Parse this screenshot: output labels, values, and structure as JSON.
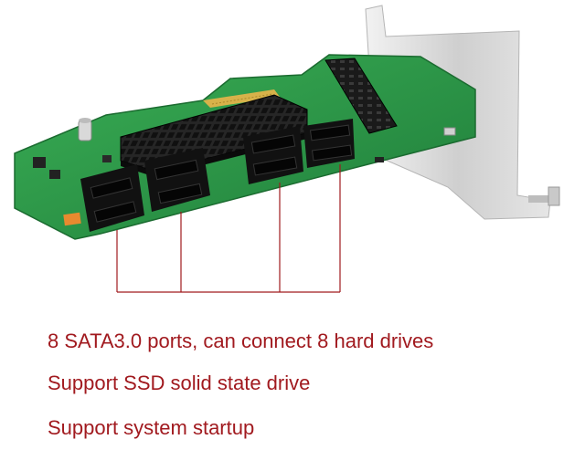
{
  "captions": [
    "8 SATA3.0 ports, can connect 8 hard drives",
    "Support SSD solid state drive",
    "Support system startup"
  ],
  "colors": {
    "caption_text": "#a11a1f",
    "leader_line": "#a11a1f",
    "pcb": "#2f9a4a",
    "heatsink": "#1a1a1a",
    "sata_port": "#111111",
    "bracket": "#d8d8d8"
  }
}
